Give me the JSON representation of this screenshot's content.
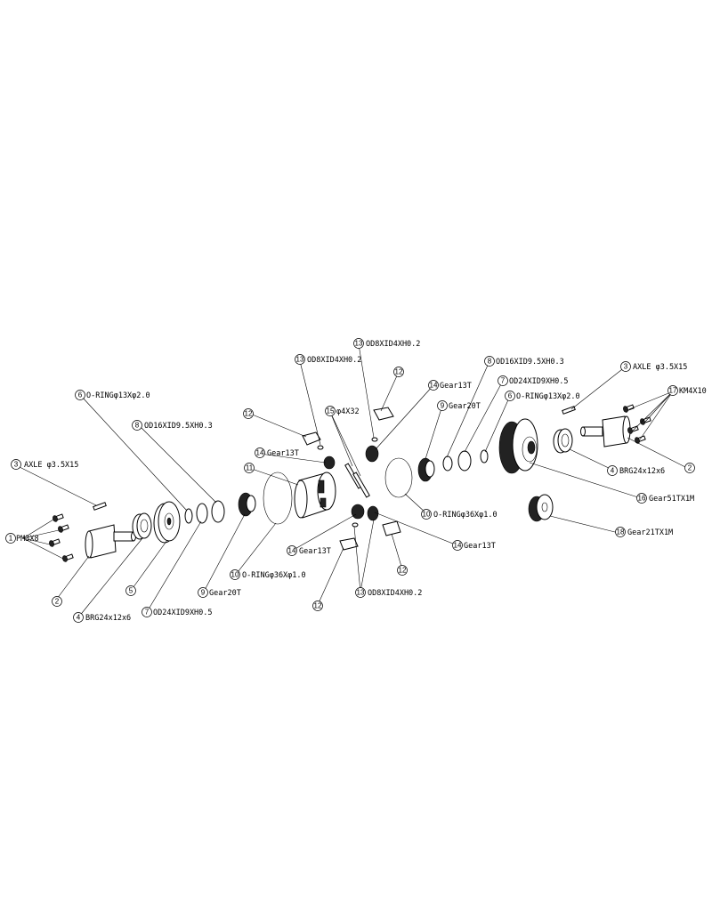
{
  "callouts": [
    {
      "num": "1",
      "label": "PM3X8"
    },
    {
      "num": "2",
      "label": ""
    },
    {
      "num": "3",
      "label": "AXLE  φ3.5X15"
    },
    {
      "num": "4",
      "label": "BRG24x12x6"
    },
    {
      "num": "5",
      "label": ""
    },
    {
      "num": "6",
      "label": "O-RINGφ13Xφ2.0"
    },
    {
      "num": "7",
      "label": "OD24XID9XH0.5"
    },
    {
      "num": "8",
      "label": "OD16XID9.5XH0.3"
    },
    {
      "num": "9",
      "label": "Gear20T"
    },
    {
      "num": "10",
      "label": "O-RINGφ36Xφ1.0"
    },
    {
      "num": "11",
      "label": ""
    },
    {
      "num": "12",
      "label": ""
    },
    {
      "num": "12",
      "label": ""
    },
    {
      "num": "12",
      "label": ""
    },
    {
      "num": "12",
      "label": ""
    },
    {
      "num": "13",
      "label": "OD8XID4XH0.2"
    },
    {
      "num": "13",
      "label": "OD8XID4XH0.2"
    },
    {
      "num": "13",
      "label": "OD8XID4XH0.2"
    },
    {
      "num": "14",
      "label": "Gear13T"
    },
    {
      "num": "14",
      "label": "Gear13T"
    },
    {
      "num": "14",
      "label": "Gear13T"
    },
    {
      "num": "14",
      "label": "Gear13T"
    },
    {
      "num": "15",
      "label": "φ4X32"
    },
    {
      "num": "10",
      "label": "O-RINGφ36Xφ1.0"
    },
    {
      "num": "9",
      "label": "Gear20T"
    },
    {
      "num": "8",
      "label": "OD16XID9.5XH0.3"
    },
    {
      "num": "7",
      "label": "OD24XID9XH0.5"
    },
    {
      "num": "6",
      "label": "O-RINGφ13Xφ2.0"
    },
    {
      "num": "3",
      "label": "AXLE  φ3.5X15"
    },
    {
      "num": "17",
      "label": "KM4X10"
    },
    {
      "num": "2",
      "label": ""
    },
    {
      "num": "4",
      "label": "BRG24x12x6"
    },
    {
      "num": "16",
      "label": "Gear51TX1M"
    },
    {
      "num": "18",
      "label": "Gear21TX1M"
    }
  ]
}
